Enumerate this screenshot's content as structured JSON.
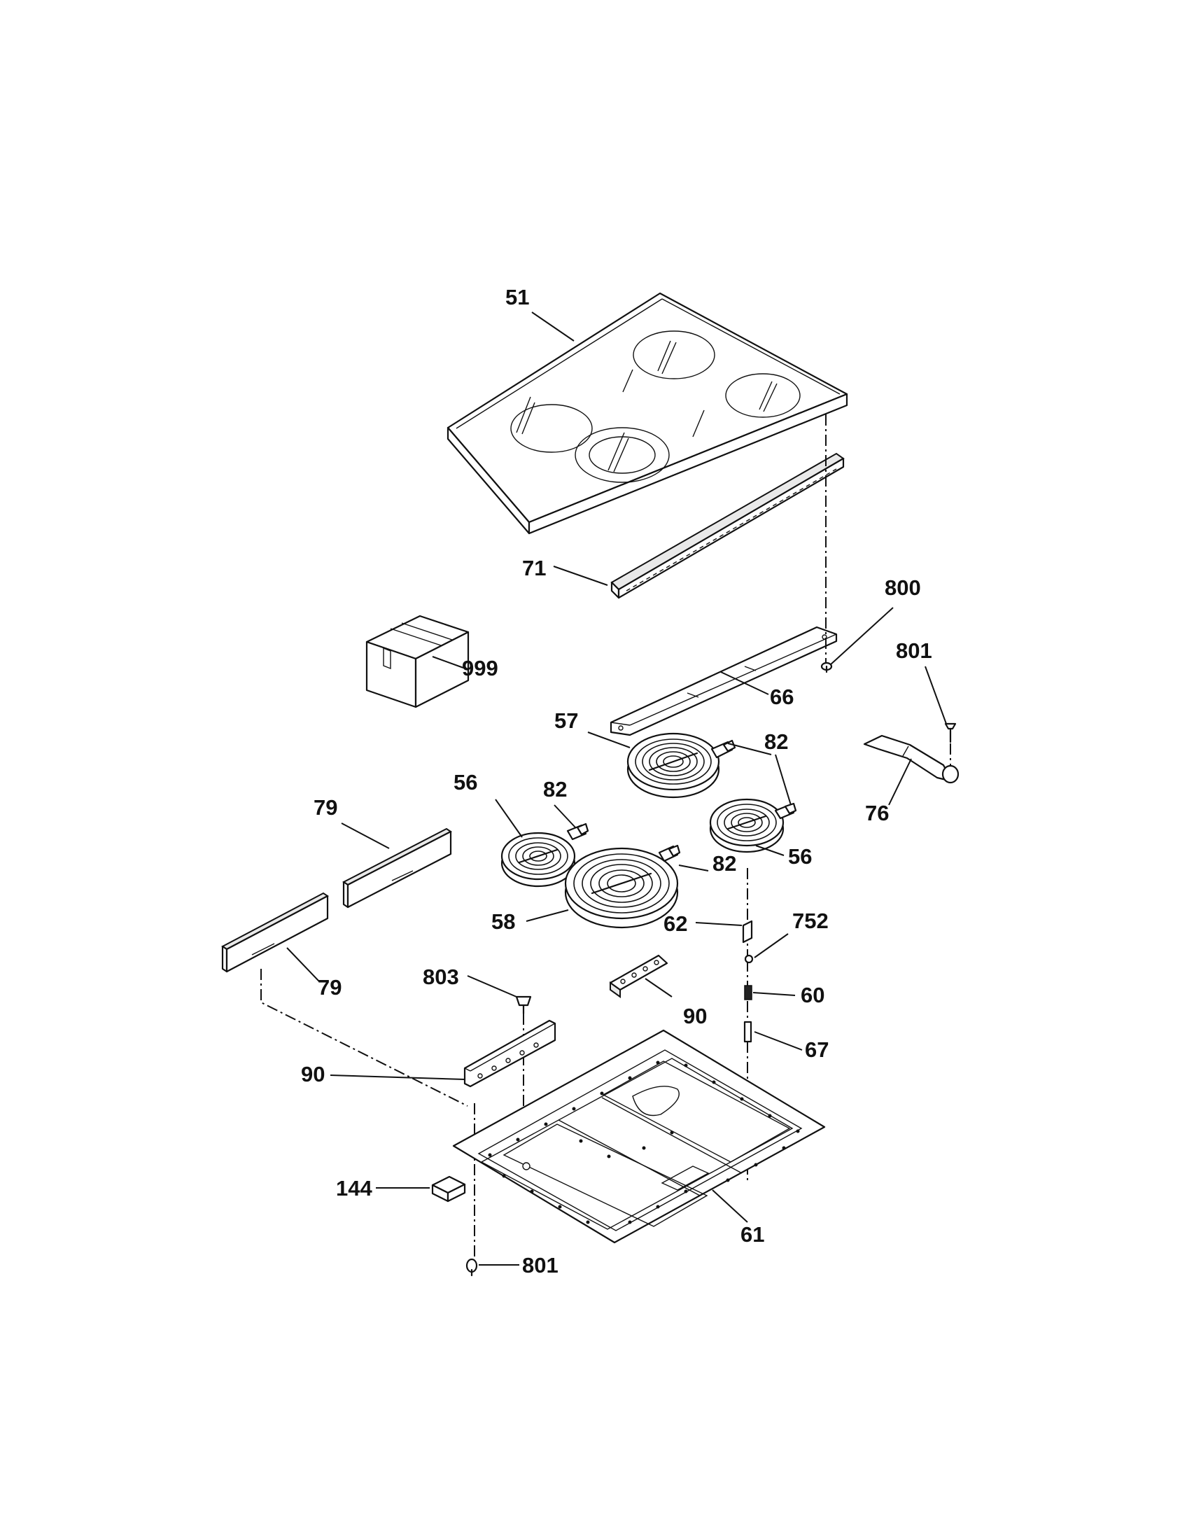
{
  "callouts": {
    "c51": "51",
    "c71": "71",
    "c999": "999",
    "c800": "800",
    "c801a": "801",
    "c66": "66",
    "c57": "57",
    "c82a": "82",
    "c82b": "82",
    "c82c": "82",
    "c56a": "56",
    "c56b": "56",
    "c76": "76",
    "c79a": "79",
    "c79b": "79",
    "c58": "58",
    "c62": "62",
    "c752": "752",
    "c803": "803",
    "c60": "60",
    "c90a": "90",
    "c90b": "90",
    "c67": "67",
    "c144": "144",
    "c61": "61",
    "c801b": "801"
  }
}
